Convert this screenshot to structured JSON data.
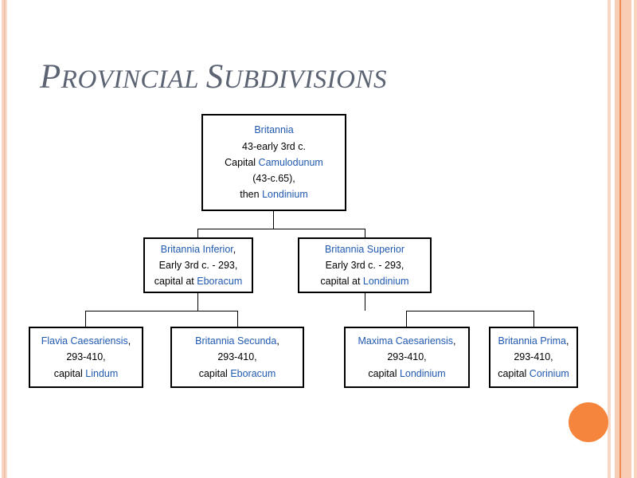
{
  "slide": {
    "title_first_letter": "P",
    "title_rest": "ROVINCIAL",
    "title_second_first_letter": "S",
    "title_second_rest": "UBDIVISIONS",
    "title_full": "PROVINCIAL SUBDIVISIONS",
    "title_color": "#5c6473",
    "background_color": "#ffffff",
    "accent_stripe_color": "#f8cdb5",
    "accent_line_color": "#ef8b51",
    "circle_color": "#f5843c"
  },
  "diagram": {
    "type": "org-chart",
    "link_color": "#2059b0",
    "text_color": "#000000",
    "nodes": [
      {
        "id": "britannia",
        "level": 0,
        "lines": [
          {
            "parts": [
              {
                "text": "Britannia",
                "style": "blue"
              }
            ]
          },
          {
            "parts": [
              {
                "text": "43-early 3rd c.",
                "style": "black"
              }
            ]
          },
          {
            "parts": [
              {
                "text": "Capital ",
                "style": "black"
              },
              {
                "text": "Camulodunum",
                "style": "blue"
              }
            ]
          },
          {
            "parts": [
              {
                "text": "(43-c.65),",
                "style": "black"
              }
            ]
          },
          {
            "parts": [
              {
                "text": "then ",
                "style": "black"
              },
              {
                "text": "Londinium",
                "style": "blue"
              }
            ]
          }
        ]
      },
      {
        "id": "britannia-inferior",
        "level": 1,
        "lines": [
          {
            "parts": [
              {
                "text": "Britannia Inferior",
                "style": "blue"
              },
              {
                "text": ",",
                "style": "black"
              }
            ]
          },
          {
            "parts": [
              {
                "text": "Early 3rd c. - 293,",
                "style": "black"
              }
            ]
          },
          {
            "parts": [
              {
                "text": "capital at ",
                "style": "black"
              },
              {
                "text": "Eboracum",
                "style": "blue"
              }
            ]
          }
        ]
      },
      {
        "id": "britannia-superior",
        "level": 1,
        "lines": [
          {
            "parts": [
              {
                "text": "Britannia Superior",
                "style": "blue"
              }
            ]
          },
          {
            "parts": [
              {
                "text": "Early 3rd c. - 293,",
                "style": "black"
              }
            ]
          },
          {
            "parts": [
              {
                "text": "capital at ",
                "style": "black"
              },
              {
                "text": "Londinium",
                "style": "blue"
              }
            ]
          }
        ]
      },
      {
        "id": "flavia-caesariensis",
        "level": 2,
        "parent": "britannia-inferior",
        "lines": [
          {
            "parts": [
              {
                "text": "Flavia Caesariensis",
                "style": "blue"
              },
              {
                "text": ",",
                "style": "black"
              }
            ]
          },
          {
            "parts": [
              {
                "text": "293-410,",
                "style": "black"
              }
            ]
          },
          {
            "parts": [
              {
                "text": "capital ",
                "style": "black"
              },
              {
                "text": "Lindum",
                "style": "blue"
              }
            ]
          }
        ]
      },
      {
        "id": "britannia-secunda",
        "level": 2,
        "parent": "britannia-inferior",
        "lines": [
          {
            "parts": [
              {
                "text": "Britannia Secunda",
                "style": "blue"
              },
              {
                "text": ",",
                "style": "black"
              }
            ]
          },
          {
            "parts": [
              {
                "text": "293-410,",
                "style": "black"
              }
            ]
          },
          {
            "parts": [
              {
                "text": "capital ",
                "style": "black"
              },
              {
                "text": "Eboracum",
                "style": "blue"
              }
            ]
          }
        ]
      },
      {
        "id": "maxima-caesariensis",
        "level": 2,
        "parent": "britannia-superior",
        "lines": [
          {
            "parts": [
              {
                "text": "Maxima Caesariensis",
                "style": "blue"
              },
              {
                "text": ",",
                "style": "black"
              }
            ]
          },
          {
            "parts": [
              {
                "text": "293-410,",
                "style": "black"
              }
            ]
          },
          {
            "parts": [
              {
                "text": "capital ",
                "style": "black"
              },
              {
                "text": "Londinium",
                "style": "blue"
              }
            ]
          }
        ]
      },
      {
        "id": "britannia-prima",
        "level": 2,
        "parent": "britannia-superior",
        "lines": [
          {
            "parts": [
              {
                "text": "Britannia Prima",
                "style": "blue"
              },
              {
                "text": ",",
                "style": "black"
              }
            ]
          },
          {
            "parts": [
              {
                "text": "293-410,",
                "style": "black"
              }
            ]
          },
          {
            "parts": [
              {
                "text": "capital ",
                "style": "black"
              },
              {
                "text": "Corinium",
                "style": "blue"
              }
            ]
          }
        ]
      }
    ]
  }
}
